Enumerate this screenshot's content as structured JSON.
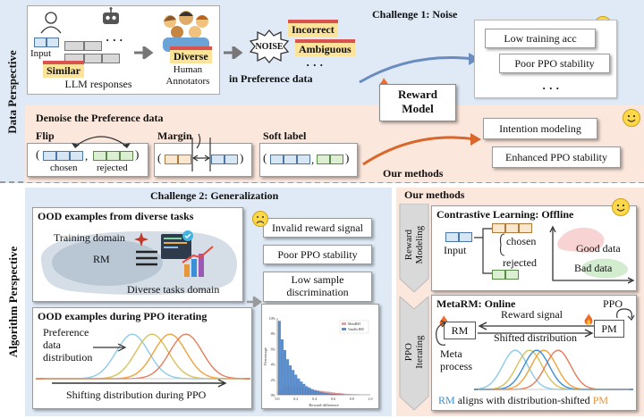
{
  "perspectives": {
    "data": "Data Perspective",
    "algorithm": "Algorithm Perspective"
  },
  "challenge1": {
    "title": "Challenge 1: Noise",
    "input_label": "Input",
    "dots": "· · ·",
    "similar_tag": "Similar",
    "llm_responses": "LLM responses",
    "diverse_tag": "Diverse",
    "annotators": "Human\nAnnotators",
    "noise_badge": "NOISE",
    "incorrect_tag": "Incorrect",
    "ambiguous_tag": "Ambiguous",
    "in_pref": "in Preference data",
    "results": [
      "Low training acc",
      "Poor PPO stability"
    ],
    "more": "· · ·"
  },
  "reward_model": "Reward\nModel",
  "denoise": {
    "title": "Denoise the Preference data",
    "flip_label": "Flip",
    "margin_label": "Margin",
    "soft_label": "Soft label",
    "chosen": "chosen",
    "rejected": "rejected",
    "comma": ","
  },
  "our_methods_1": "Our methods",
  "methods1_results": [
    "Intention modeling",
    "Enhanced PPO stability"
  ],
  "challenge2": {
    "title": "Challenge 2: Generalization",
    "ood_tasks_title": "OOD examples from diverse tasks",
    "training_domain": "Training domain",
    "rm": "RM",
    "diverse_domain": "Diverse tasks domain",
    "ood_ppo_title": "OOD examples during PPO iterating",
    "pref_dist": "Preference\ndata\ndistribution",
    "shifting": "Shifting distribution during PPO",
    "problems": [
      "Invalid reward signal",
      "Poor PPO stability",
      "Low sample\ndiscrimination"
    ]
  },
  "histogram": {
    "legend": [
      "MetaRM",
      "Vanilla RM"
    ],
    "xlabel": "Reward difference",
    "ylabel": "Percentage",
    "yticks": [
      "10%",
      "8%",
      "6%",
      "4%",
      "2%",
      "0%"
    ],
    "xticks": [
      "0.0",
      "0.2",
      "0.4",
      "0.6",
      "0.8",
      "1.0"
    ]
  },
  "our_methods_2": "Our methods",
  "reward_modeling": "Reward\nModeling",
  "ppo_iterating": "PPO\nIterating",
  "contrastive": {
    "title": "Contrastive Learning: Offline",
    "input": "Input",
    "chosen": "chosen",
    "rejected": "rejected",
    "good": "Good data",
    "bad": "Bad data"
  },
  "metarm": {
    "title": "MetaRM: Online",
    "rm": "RM",
    "pm": "PM",
    "ppo": "PPO",
    "reward_signal": "Reward signal",
    "shifted": "Shifted distribution",
    "meta": "Meta\nprocess",
    "caption_rm": "RM",
    "caption_mid": " aligns with distribution-shifted ",
    "caption_pm": "PM"
  },
  "colors": {
    "blue_bg": "#dde9f6",
    "peach_bg": "#fbe6da",
    "series1": "#e06666",
    "series2": "#3b73b9",
    "rm_blue": "#3b8fd6",
    "pm_orange": "#e8963a"
  }
}
